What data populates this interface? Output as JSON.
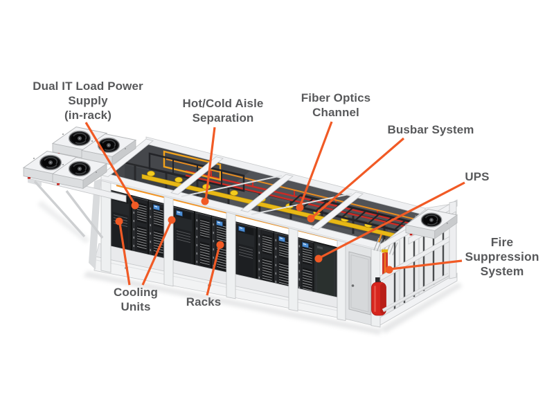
{
  "figure_type": "annotated-datacenter-container-diagram",
  "colors": {
    "accent": "#F15A25",
    "label_text": "#58595B",
    "background": "#FFFFFF",
    "frame_light": "#F1F2F4",
    "rack_dark": "#1E2023",
    "tray_yellow": "#E8B816",
    "pipe_red": "#CE2A24",
    "cable_orange": "#F7941D",
    "fire_red": "#D6251D",
    "screen_blue": "#4D8FD6"
  },
  "annotations": [
    {
      "id": "dual-it-load-power",
      "lines": [
        "Dual IT Load Power",
        "Supply",
        "(in-rack)"
      ]
    },
    {
      "id": "hot-cold-aisle",
      "lines": [
        "Hot/Cold Aisle",
        "Separation"
      ]
    },
    {
      "id": "fiber-optics",
      "lines": [
        "Fiber Optics",
        "Channel"
      ]
    },
    {
      "id": "busbar-system",
      "lines": [
        "Busbar System"
      ]
    },
    {
      "id": "ups",
      "lines": [
        "UPS"
      ]
    },
    {
      "id": "fire-suppression",
      "lines": [
        "Fire",
        "Suppression",
        "System"
      ]
    },
    {
      "id": "cooling-units",
      "lines": [
        "Cooling",
        "Units"
      ]
    },
    {
      "id": "racks",
      "lines": [
        "Racks"
      ]
    }
  ]
}
